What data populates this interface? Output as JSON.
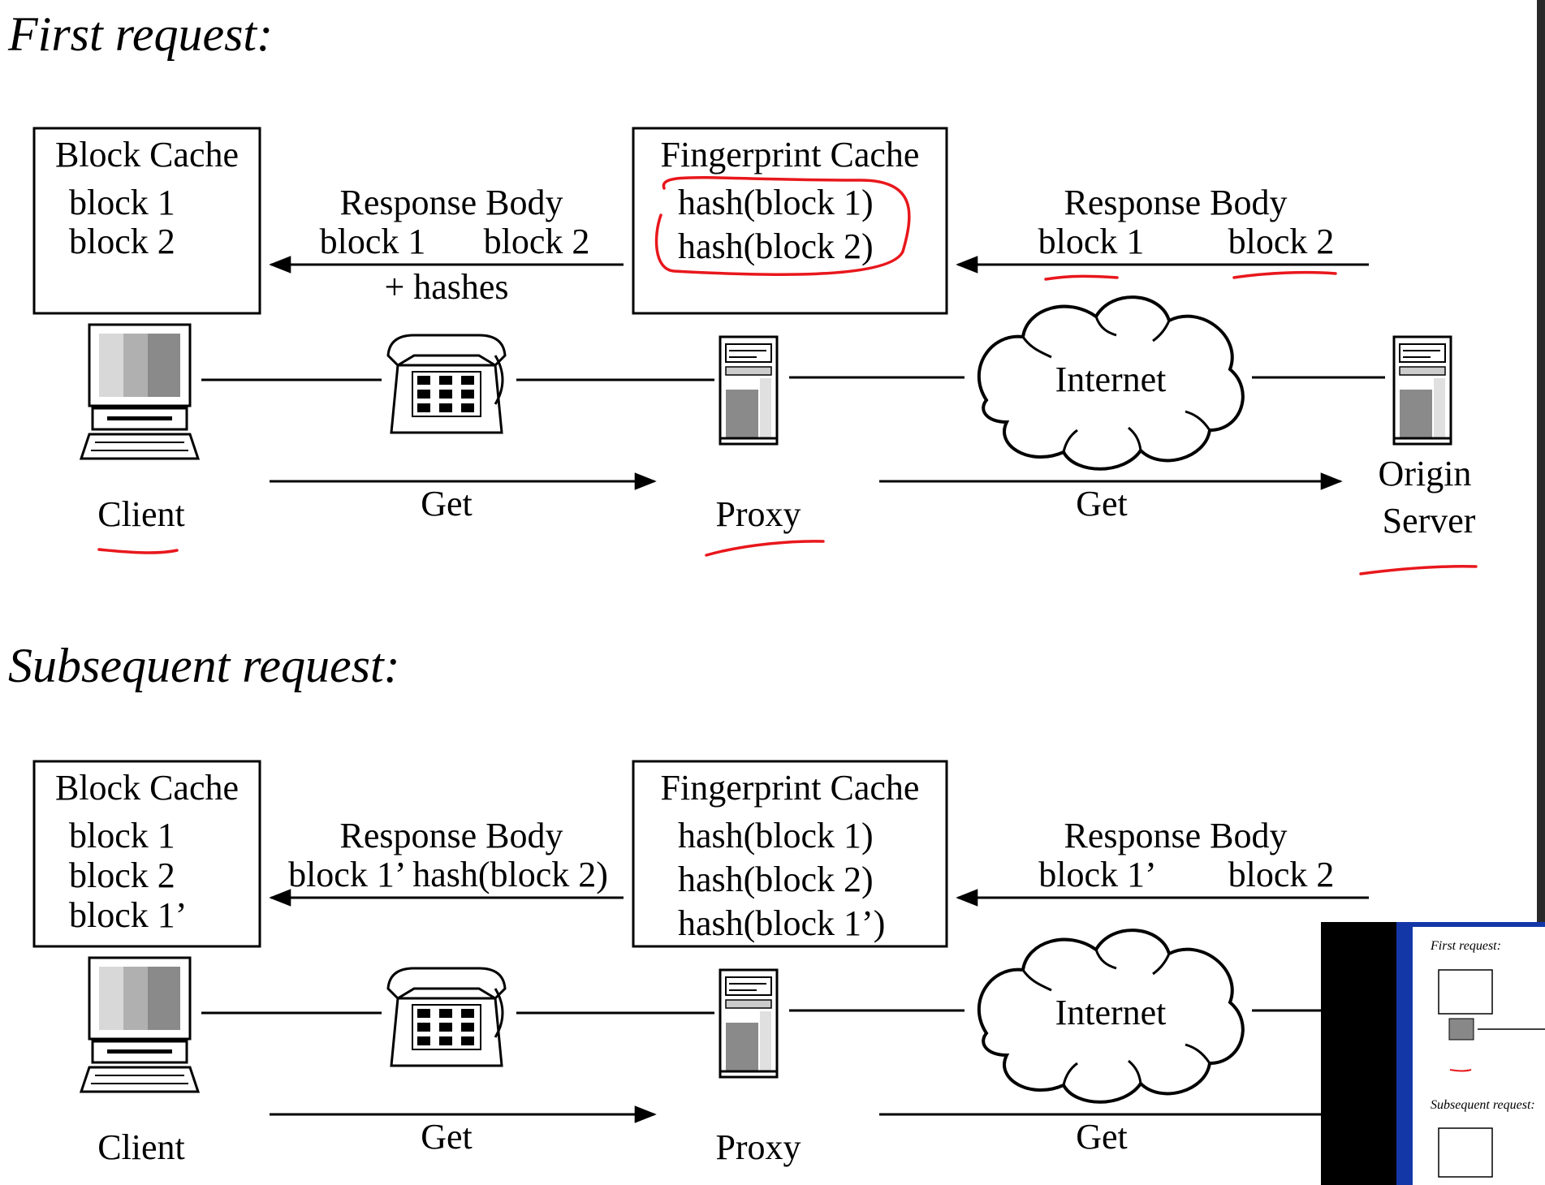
{
  "first": {
    "title": "First request:",
    "client_cache": {
      "title": "Block Cache",
      "lines": [
        "block 1",
        "block 2"
      ]
    },
    "proxy_cache": {
      "title": "Fingerprint Cache",
      "lines": [
        "hash(block 1)",
        "hash(block 2)"
      ]
    },
    "left_response": {
      "title": "Response Body",
      "parts": [
        "block 1",
        "block 2"
      ],
      "extra": "+ hashes"
    },
    "right_response": {
      "title": "Response Body",
      "parts": [
        "block 1",
        "block 2"
      ]
    },
    "get_left": "Get",
    "get_right": "Get",
    "internet": "Internet",
    "client": "Client",
    "proxy": "Proxy",
    "origin": [
      "Origin",
      "Server"
    ]
  },
  "subsequent": {
    "title": "Subsequent request:",
    "client_cache": {
      "title": "Block Cache",
      "lines": [
        "block 1",
        "block 2",
        "block 1’"
      ]
    },
    "proxy_cache": {
      "title": "Fingerprint Cache",
      "lines": [
        "hash(block 1)",
        "hash(block 2)",
        "hash(block 1’)"
      ]
    },
    "left_response": {
      "title": "Response Body",
      "line": "block 1’ hash(block 2)"
    },
    "right_response": {
      "title": "Response Body",
      "parts": [
        "block 1’",
        "block 2"
      ]
    },
    "get_left": "Get",
    "get_right": "Get",
    "internet": "Internet",
    "client": "Client",
    "proxy": "Proxy"
  },
  "thumbnail": {
    "first_title": "First request:",
    "subsequent_title": "Subsequent request:"
  },
  "colors": {
    "annotation": "#e8171c",
    "thumbnail_bg": "#1437a8"
  }
}
